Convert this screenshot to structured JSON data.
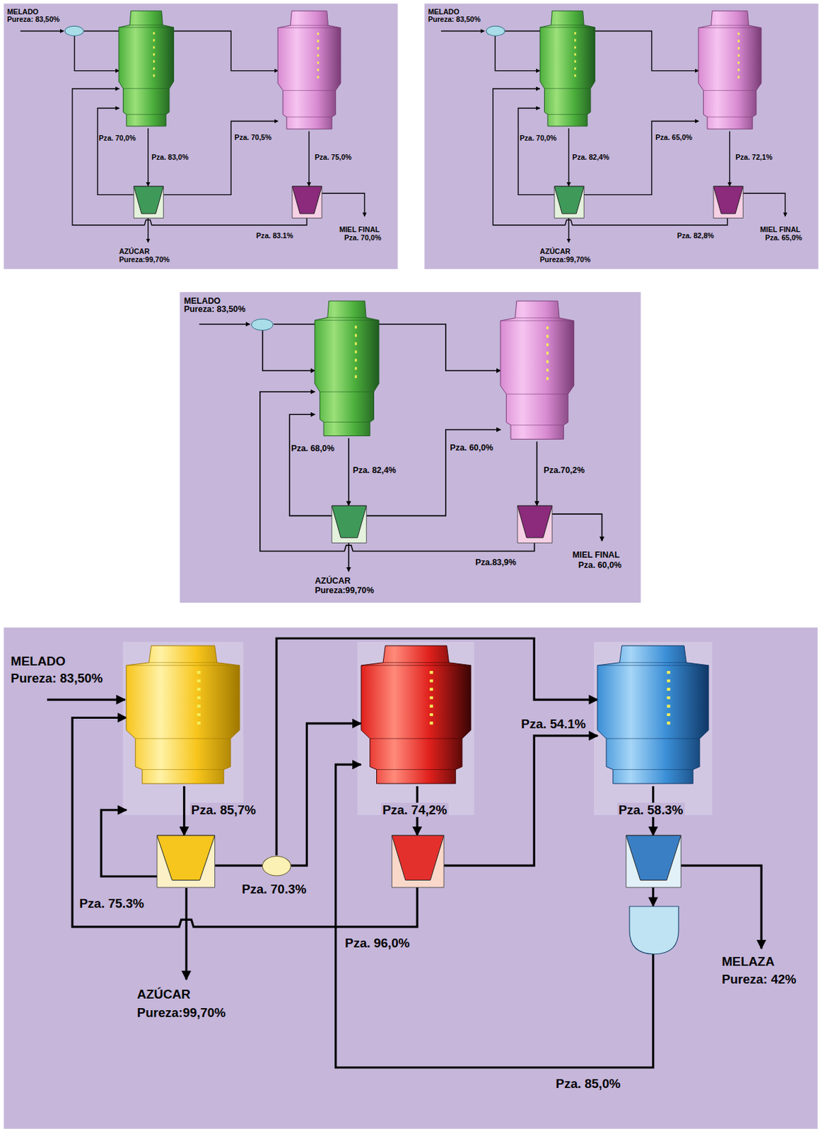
{
  "diagram": {
    "nodes": [
      {
        "text": []
      },
      {
        "text": []
      },
      {
        "text": []
      },
      {
        "text": []
      },
      {
        "text": []
      },
      {
        "text": []
      },
      {
        "text": []
      },
      {
        "text": []
      },
      {
        "text": []
      },
      {
        "text": []
      },
      {
        "text": []
      },
      {
        "text": []
      },
      {
        "text": []
      },
      {
        "text": []
      },
      {
        "text": []
      },
      {
        "text": []
      },
      {
        "text": []
      },
      {
        "text": []
      },
      {
        "text": []
      },
      {
        "text": []
      },
      {
        "text": []
      },
      {
        "text": []
      },
      {
        "text": []
      }
    ],
    "edges": [
      {
        "from": 0,
        "to": 1,
        "arrow": "to"
      },
      {
        "from": 0,
        "to": 2,
        "arrow": "to"
      },
      {
        "from": 1,
        "to": 3,
        "label": "Pza. 83,0%",
        "arrow": "to"
      },
      {
        "from": 3,
        "to": 1,
        "label": "Pza. 70,0%",
        "arrow": "to"
      },
      {
        "from": 3,
        "to": 2,
        "label": "Pza. 70,5%",
        "arrow": "to"
      },
      {
        "from": 2,
        "to": 4,
        "label": "Pza. 75,0%",
        "arrow": "to"
      },
      {
        "from": 4,
        "to": 1,
        "label": "Pza. 83.1%",
        "arrow": "to"
      },
      {
        "from": 5,
        "to": 6,
        "arrow": "to"
      },
      {
        "from": 5,
        "to": 7,
        "arrow": "to"
      },
      {
        "from": 6,
        "to": 8,
        "label": "Pza. 82,4%",
        "arrow": "to"
      },
      {
        "from": 8,
        "to": 6,
        "label": "Pza. 70,0%",
        "arrow": "to"
      },
      {
        "from": 8,
        "to": 7,
        "label": "Pza. 65,0%",
        "arrow": "to"
      },
      {
        "from": 7,
        "to": 9,
        "label": "Pza. 72,1%",
        "arrow": "to"
      },
      {
        "from": 9,
        "to": 6,
        "label": "Pza. 82,8%",
        "arrow": "to"
      },
      {
        "from": 10,
        "to": 11,
        "arrow": "to"
      },
      {
        "from": 10,
        "to": 12,
        "arrow": "to"
      },
      {
        "from": 11,
        "to": 13,
        "label": "Pza. 82,4%",
        "arrow": "to"
      },
      {
        "from": 13,
        "to": 11,
        "label": "Pza. 68,0%",
        "arrow": "to"
      },
      {
        "from": 13,
        "to": 12,
        "label": "Pza. 60,0%",
        "arrow": "to"
      },
      {
        "from": 12,
        "to": 14,
        "label": "Pza.70,2%",
        "arrow": "to"
      },
      {
        "from": 14,
        "to": 11,
        "label": "Pza.83,9%",
        "arrow": "to"
      },
      {
        "from": 15,
        "to": 18,
        "label": "Pza. 85,7%",
        "arrow": "to"
      },
      {
        "from": 18,
        "to": 15,
        "label": "Pza. 75.3%",
        "arrow": "to"
      },
      {
        "from": 18,
        "to": 19,
        "label": "Pza. 70.3%",
        "arrow": "none"
      },
      {
        "from": 19,
        "to": 16,
        "arrow": "to"
      },
      {
        "from": 19,
        "to": 17,
        "arrow": "to"
      },
      {
        "from": 16,
        "to": 20,
        "label": "Pza. 74,2%",
        "arrow": "to"
      },
      {
        "from": 20,
        "to": 17,
        "label": "Pza. 54.1%",
        "arrow": "to"
      },
      {
        "from": 20,
        "to": 15,
        "label": "Pza. 96,0%",
        "arrow": "to"
      },
      {
        "from": 17,
        "to": 21,
        "label": "Pza. 58.3%",
        "arrow": "to"
      },
      {
        "from": 21,
        "to": 22,
        "arrow": "to"
      },
      {
        "from": 22,
        "to": 16,
        "label": "Pza. 85,0%",
        "arrow": "to"
      }
    ],
    "labels": [
      "MELADO",
      "Pureza: 83,50%",
      "AZÚCAR",
      "Pureza:99,70%",
      "MIEL FINAL",
      "Pza. 70,0%",
      "MELADO",
      "Pureza: 83,50%",
      "AZÚCAR",
      "Pureza:99,70%",
      "MIEL FINAL",
      "Pza. 65,0%",
      "MELADO",
      "Pureza: 83,50%",
      "AZÚCAR",
      "Pureza:99,70%",
      "MIEL FINAL",
      "Pza. 60,0%",
      "MELADO",
      "Pureza: 83,50%",
      "AZÚCAR",
      "Pureza:99,70%",
      "MELAZA",
      "Pureza: 42%"
    ]
  }
}
